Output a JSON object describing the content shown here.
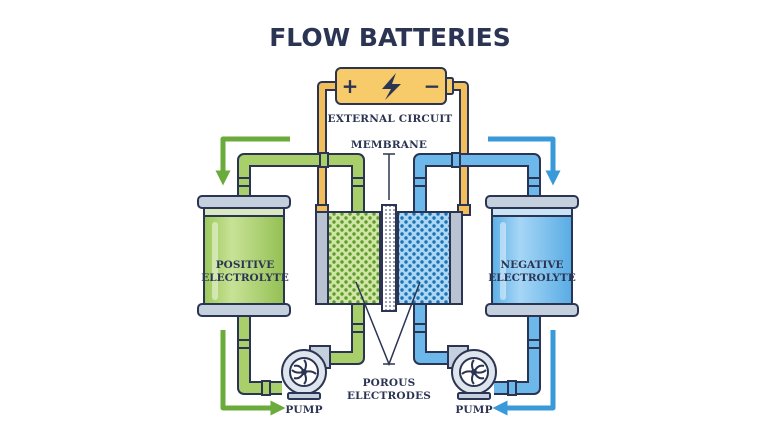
{
  "title": "FLOW BATTERIES",
  "labels": {
    "external_circuit": "EXTERNAL CIRCUIT",
    "membrane": "MEMBRANE",
    "positive_line1": "POSITIVE",
    "positive_line2": "ELECTROLYTE",
    "negative_line1": "NEGATIVE",
    "negative_line2": "ELECTROLYTE",
    "porous_line1": "POROUS",
    "porous_line2": "ELECTRODES",
    "pump_left": "PUMP",
    "pump_right": "PUMP"
  },
  "battery": {
    "plus": "+",
    "minus": "−"
  },
  "colors": {
    "outline": "#2b3553",
    "green_electrolyte": "#a9cf6a",
    "green_arrow": "#6aab3c",
    "blue_electrolyte": "#6cb8ea",
    "blue_arrow": "#3a9ad9",
    "battery_fill": "#f7cb6a",
    "wire": "#f2bd5b",
    "tank_cap": "#c4d0de"
  },
  "icons": {
    "bolt": "lightning-bolt-icon",
    "pump": "pump-icon"
  }
}
